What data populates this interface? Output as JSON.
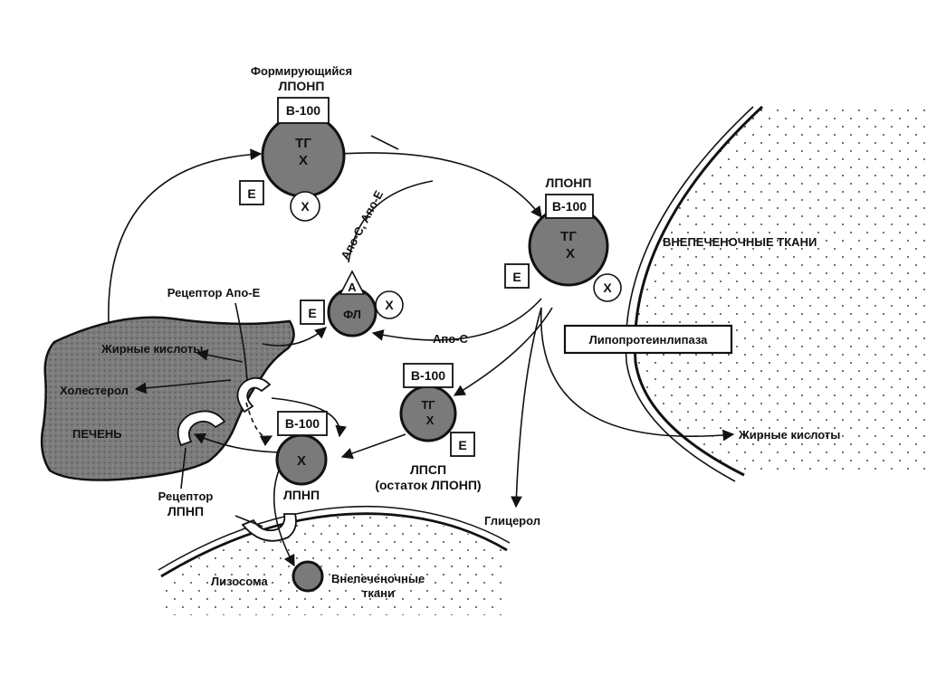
{
  "labels": {
    "forming_line1": "Формирующийся",
    "forming_line2": "ЛПОНП",
    "vldl": "ЛПОНП",
    "apo_c_apo_e": "Апо-С, Апо-Е",
    "extrahepatic_big": "ВНЕПЕЧЕНОЧНЫЕ ТКАНИ",
    "apo_e_receptor": "Рецептор Апо-Е",
    "lipoprotein_lipase": "Липопротеинлипаза",
    "apo_c": "Апо-С",
    "fatty_acids_liver": "Жирные кислоты",
    "cholesterol": "Холестерол",
    "liver": "ПЕЧЕНЬ",
    "fatty_acids_right": "Жирные кислоты",
    "idl_line1": "ЛПСП",
    "idl_line2": "(остаток ЛПОНП)",
    "ldl": "ЛПНП",
    "ldl_receptor_line1": "Рецептор",
    "ldl_receptor_line2": "ЛПНП",
    "glycerol": "Глицерол",
    "lysosome": "Лизосома",
    "extrahepatic_small_line1": "Внепеченочные",
    "extrahepatic_small_line2": "ткани"
  },
  "particles": {
    "nascent": {
      "box": "В-100",
      "inner1": "ТГ",
      "inner2": "Х",
      "side": "Е",
      "small": "Х"
    },
    "vldl": {
      "box": "В-100",
      "inner1": "ТГ",
      "inner2": "Х",
      "side": "Е",
      "small": "Х"
    },
    "hdl": {
      "cap": "А",
      "inner": "ФЛ",
      "side": "Е",
      "small": "Х"
    },
    "idl": {
      "box": "В-100",
      "inner1": "ТГ",
      "inner2": "Х",
      "side": "Е"
    },
    "ldl": {
      "box": "В-100",
      "inner": "Х"
    }
  },
  "colors": {
    "particle_fill": "#7a7a7a",
    "liver_fill": "#777777",
    "outline": "#111111",
    "background": "#ffffff"
  }
}
